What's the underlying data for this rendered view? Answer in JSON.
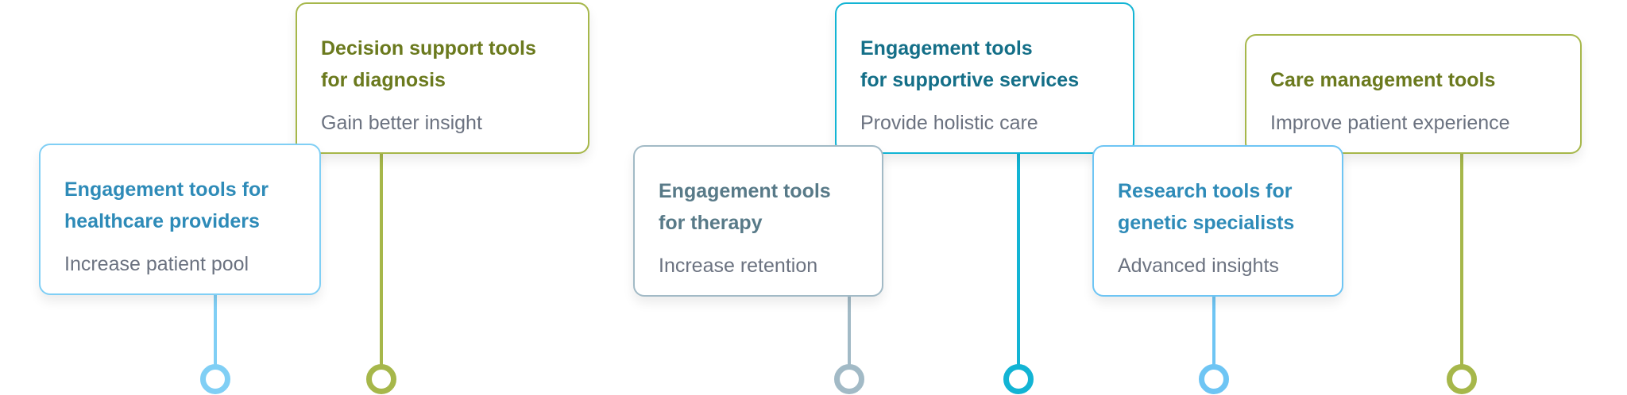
{
  "items": [
    {
      "title_1": "Engagement tools for",
      "title_2": "healthcare providers",
      "subtitle": "Increase patient pool",
      "title_color": "#2e8bb8",
      "accent": "#80cff5"
    },
    {
      "title_1": "Decision support tools",
      "title_2": "for diagnosis",
      "subtitle": "Gain better insight",
      "title_color": "#6b7a1e",
      "accent": "#a6b74a"
    },
    {
      "title_1": "Engagement tools",
      "title_2": "for therapy",
      "subtitle": "Increase retention",
      "title_color": "#587a88",
      "accent": "#a2bac6"
    },
    {
      "title_1": "Engagement tools",
      "title_2": "for supportive services",
      "subtitle": "Provide holistic care",
      "title_color": "#146f88",
      "accent": "#12b4d4"
    },
    {
      "title_1": "Research tools for",
      "title_2": "genetic specialists",
      "subtitle": "Advanced insights",
      "title_color": "#2e8bb8",
      "accent": "#6ec5f4"
    },
    {
      "title_1": "Care management tools",
      "title_2": "",
      "subtitle": "Improve patient experience",
      "title_color": "#6b7a1e",
      "accent": "#a6b74a"
    }
  ]
}
